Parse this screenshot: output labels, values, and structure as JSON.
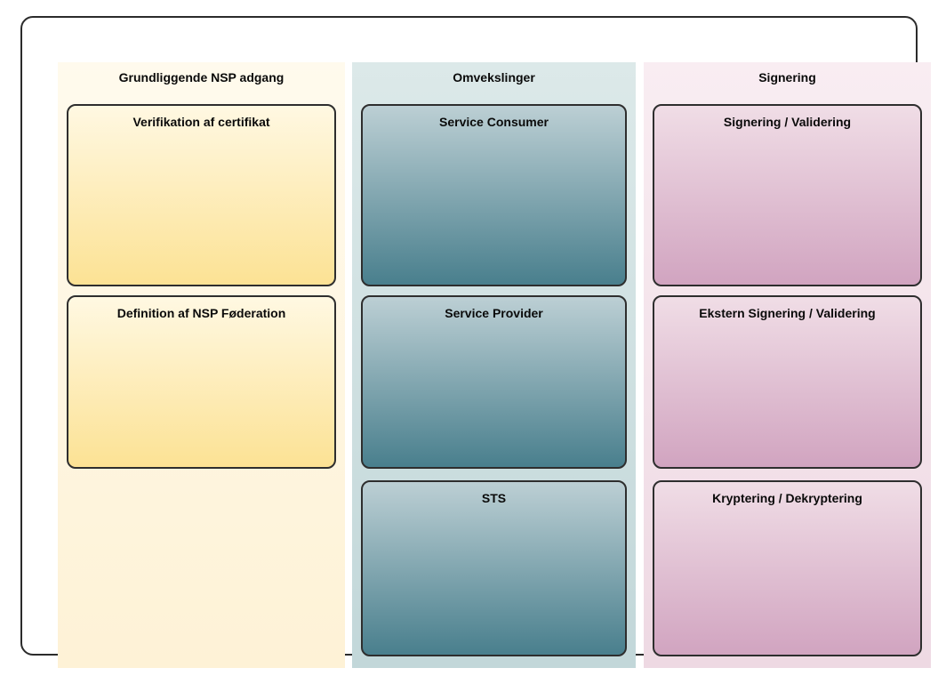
{
  "diagram": {
    "frame": {
      "border_color": "#2b2b2b",
      "background_color": "#ffffff"
    },
    "columns": [
      {
        "id": "grundliggende-nsp-adgang",
        "title": "Grundliggende NSP adgang",
        "lane_color_top": "#fffaed",
        "lane_color_bottom": "#fef2d6",
        "box_color_top": "#fff8e2",
        "box_color_bottom": "#fce294",
        "boxes": [
          {
            "label": "Verifikation af certifikat"
          },
          {
            "label": "Definition af NSP Føderation"
          }
        ]
      },
      {
        "id": "omvekslinger",
        "title": "Omvekslinger",
        "lane_color_top": "#dce9e9",
        "lane_color_bottom": "#c2d7d9",
        "box_color_top": "#bccfd4",
        "box_color_bottom": "#497f8d",
        "boxes": [
          {
            "label": "Service Consumer"
          },
          {
            "label": "Service Provider"
          },
          {
            "label": "STS"
          }
        ]
      },
      {
        "id": "signering",
        "title": "Signering",
        "lane_color_top": "#f9edf2",
        "lane_color_bottom": "#eed9e3",
        "box_color_top": "#f0dde6",
        "box_color_bottom": "#d1a4c0",
        "boxes": [
          {
            "label": "Signering / Validering"
          },
          {
            "label": "Ekstern Signering / Validering"
          },
          {
            "label": "Kryptering / Dekryptering"
          }
        ]
      }
    ]
  }
}
